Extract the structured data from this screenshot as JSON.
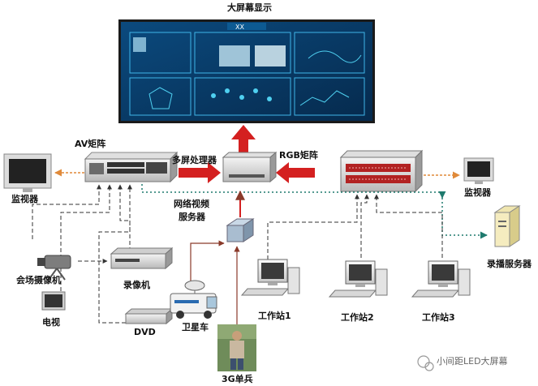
{
  "title": "大屏幕显示",
  "screen": {
    "header": "XX"
  },
  "labels": {
    "av_matrix": "AV矩阵",
    "multi_screen_processor": "多屏处理器",
    "rgb_matrix": "RGB矩阵",
    "monitor_left": "监视器",
    "monitor_right": "监视器",
    "network_video_server_line1": "网络视频",
    "network_video_server_line2": "服务器",
    "recording_server": "录播服务器",
    "venue_camera": "会场摄像机",
    "vcr": "录像机",
    "tv": "电视",
    "dvd": "DVD",
    "satellite_truck": "卫星车",
    "workstation_1": "工作站1",
    "workstation_2": "工作站2",
    "workstation_3": "工作站3",
    "soldier_3g": "3G单兵"
  },
  "watermark": "小间距LED大屏幕",
  "colors": {
    "red_arrow": "#d42020",
    "orange_arrow": "#e08a3a",
    "teal_dotted": "#1f7a6e",
    "dark_dashed": "#333333",
    "brown_line": "#8a3a2a",
    "screen_bg": "#0a3d6b"
  }
}
